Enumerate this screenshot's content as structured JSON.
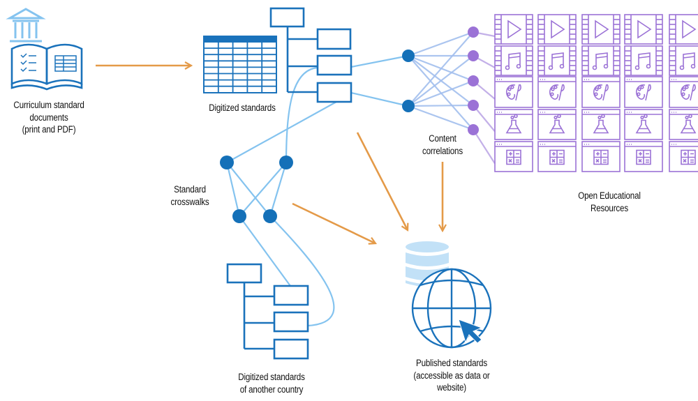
{
  "labels": {
    "source_docs": [
      "Curriculum standard",
      "documents",
      "(print and PDF)"
    ],
    "digitized": [
      "Digitized standards"
    ],
    "content_correlations": [
      "Content",
      "correlations"
    ],
    "crosswalks": [
      "Standard",
      "crosswalks"
    ],
    "other_country": [
      "Digitized standards",
      "of another country"
    ],
    "published": [
      "Published standards",
      "(accessible as data or",
      "website)"
    ],
    "oer": [
      "Open Educational",
      "Resources"
    ]
  },
  "colors": {
    "dark_blue": "#1a72bb",
    "light_blue": "#84c3ef",
    "pale_blue": "#c2e1f7",
    "purple": "#9b72d6",
    "orange": "#e49a48"
  },
  "oer_grid": {
    "columns": 5,
    "row_icons": [
      "video-play-icon",
      "music-note-icon",
      "art-palette-icon",
      "science-flask-icon",
      "calculator-icon"
    ]
  }
}
